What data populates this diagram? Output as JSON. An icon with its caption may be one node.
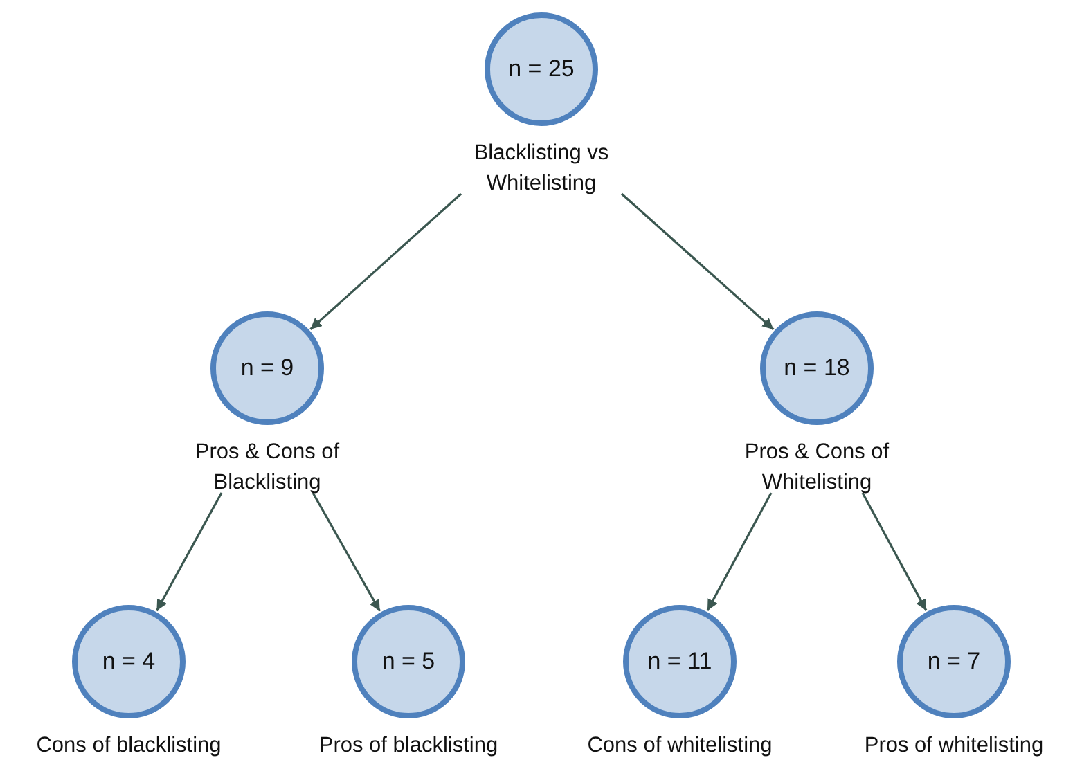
{
  "diagram": {
    "nodes": [
      {
        "text": [
          "n = 25"
        ],
        "beside": [
          "Blacklisting vs Whitelisting"
        ]
      },
      {
        "text": [
          "n = 9"
        ],
        "beside": [
          "Pros & Cons of Blacklisting"
        ]
      },
      {
        "text": [
          "n = 18"
        ],
        "beside": [
          "Pros & Cons of Whitelisting"
        ]
      },
      {
        "text": [
          "n = 4"
        ],
        "beside": [
          "Cons of blacklisting"
        ]
      },
      {
        "text": [
          "n = 5"
        ],
        "beside": [
          "Pros of blacklisting"
        ]
      },
      {
        "text": [
          "n = 11"
        ],
        "beside": [
          "Cons of whitelisting"
        ]
      },
      {
        "text": [
          "n = 7"
        ],
        "beside": [
          "Pros of whitelisting"
        ]
      }
    ],
    "edges": [
      {
        "from": 0,
        "to": 1,
        "arrow": "to"
      },
      {
        "from": 0,
        "to": 2,
        "arrow": "to"
      },
      {
        "from": 1,
        "to": 3,
        "arrow": "to"
      },
      {
        "from": 1,
        "to": 4,
        "arrow": "to"
      },
      {
        "from": 2,
        "to": 5,
        "arrow": "to"
      },
      {
        "from": 2,
        "to": 6,
        "arrow": "to"
      }
    ]
  }
}
